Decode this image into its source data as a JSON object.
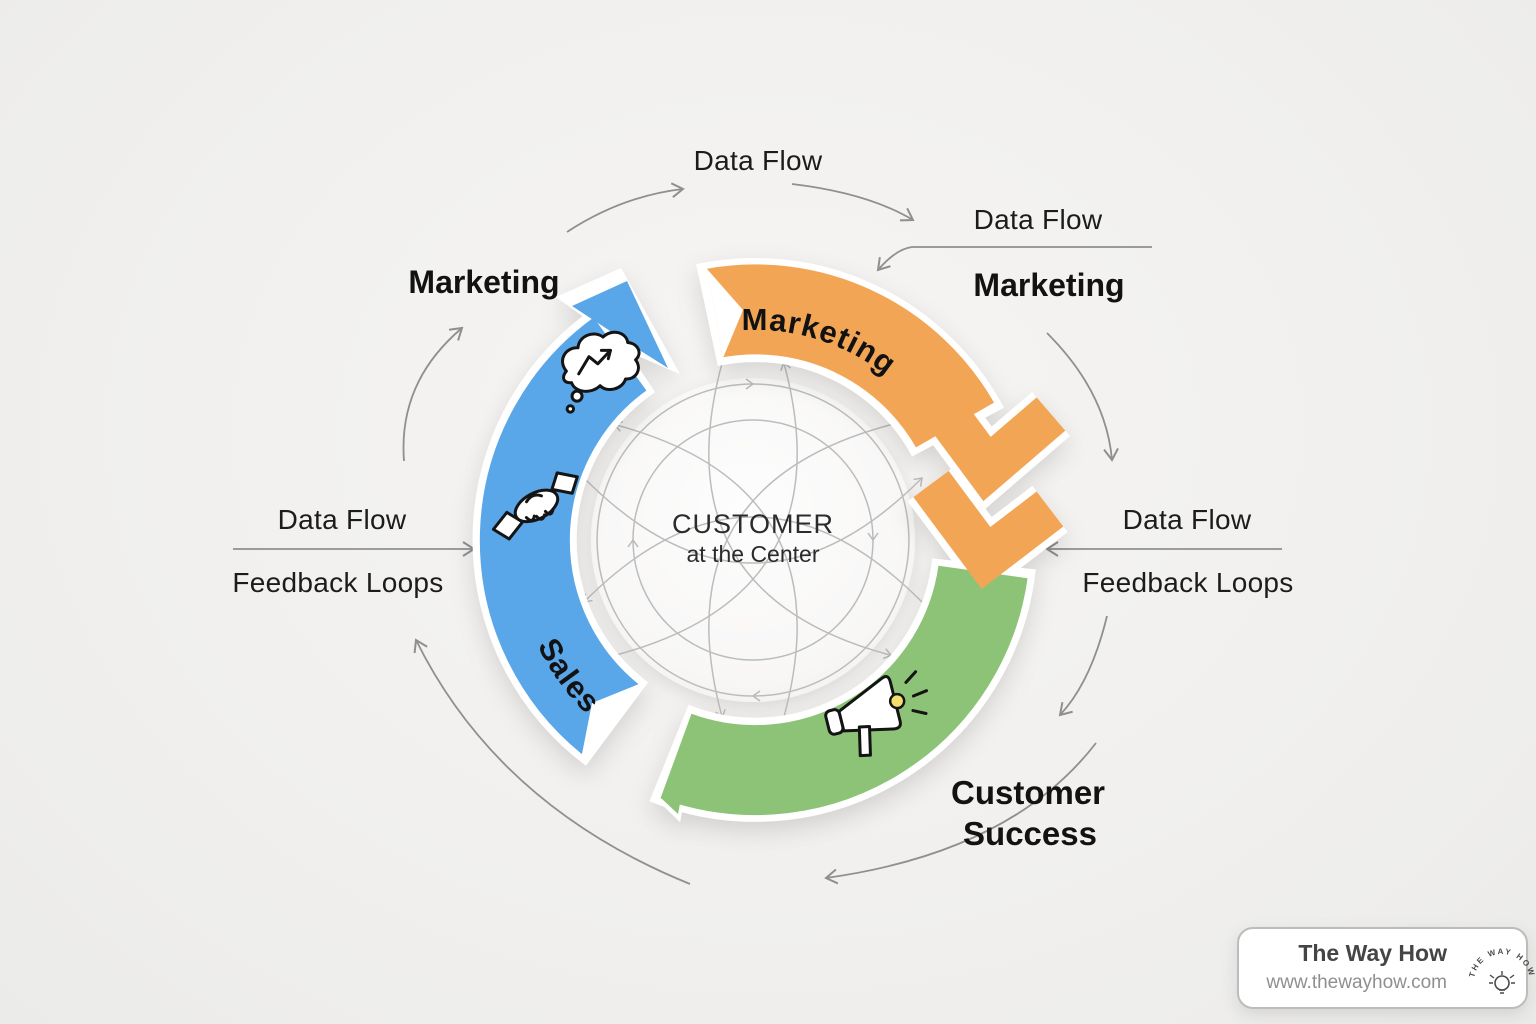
{
  "scene": {
    "background": "#f1f0ee",
    "description": "Circular flywheel diagram: Marketing, Sales and Customer Success arcs rotating around the customer, with data-flow and feedback-loop arrows"
  },
  "labels": {
    "top_data_flow": "Data Flow",
    "top_right_data_flow": "Data Flow",
    "top_right_marketing": "Marketing",
    "top_left_marketing": "Marketing",
    "left_data_flow": "Data Flow",
    "left_feedback_loops": "Feedback Loops",
    "right_data_flow": "Data Flow",
    "right_feedback_loops": "Feedback Loops",
    "customer_success_line1": "Customer",
    "customer_success_line2": "Success"
  },
  "segments": [
    {
      "id": "marketing",
      "label": "Marketing",
      "color": "#F2A655"
    },
    {
      "id": "sales",
      "label": "Sales",
      "color": "#59A6E8",
      "icons": [
        "thought-bubble-trend-icon",
        "handshake-icon"
      ]
    },
    {
      "id": "customer-success",
      "label": "",
      "color": "#8CC377",
      "icons": [
        "megaphone-icon"
      ]
    }
  ],
  "center": {
    "line1": "CUSTOMER",
    "line2": "at the Center"
  },
  "watermark": {
    "brand": "The Way How",
    "url": "www.thewayhow.com",
    "logo_text": "THE WAY HOW"
  },
  "colors": {
    "arrow_gray": "#8f8f8f",
    "inner_line_gray": "#bcbcbc",
    "text_dark": "#171717",
    "megaphone_accent": "#F3DF6E",
    "white_outline": "#ffffff"
  }
}
